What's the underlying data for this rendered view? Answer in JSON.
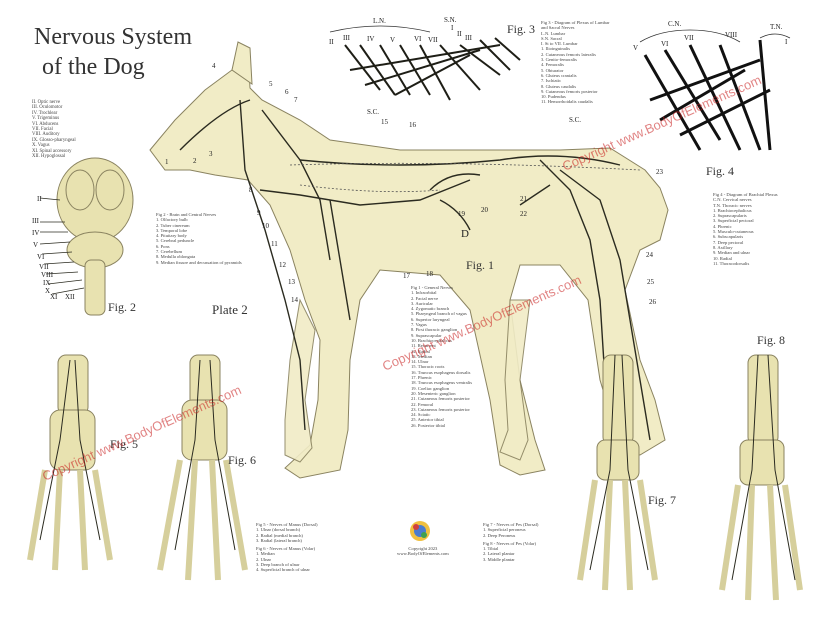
{
  "title": {
    "line1": "Nervous System",
    "line2": "of the Dog"
  },
  "plate": "Plate 2",
  "figures": {
    "fig1": "Fig. 1",
    "fig2": "Fig. 2",
    "fig3": "Fig. 3",
    "fig4": "Fig. 4",
    "fig5": "Fig. 5",
    "fig6": "Fig. 6",
    "fig7": "Fig. 7",
    "fig8": "Fig. 8"
  },
  "cranial_nerves": [
    "II. Optic nerve",
    "III. Oculomotor",
    "IV. Trochlear",
    "V. Trigeminus",
    "VI. Abducens",
    "VII. Facial",
    "VIII. Auditory",
    "IX. Glosso-pharyngeal",
    "X. Vagus",
    "XI. Spinal accessory",
    "XII. Hypoglossal"
  ],
  "legend_fig2": {
    "heading": "Fig 2 - Brain and Central Nerves",
    "items": [
      "1. Olfactory bulb",
      "2. Tuber cinereum",
      "3. Temporal lobe",
      "4. Pituitary body",
      "5. Cerebral peduncle",
      "6. Pons",
      "7. Cerebellum",
      "8. Medulla oblongata",
      "9. Median fissure and decussation of pyramids"
    ]
  },
  "legend_fig1": {
    "heading": "Fig 1 - General Nerves",
    "items": [
      "1. Infraorbital",
      "2. Facial nerve",
      "3. Auricular",
      "4. Zygomatic branch",
      "5. Pharyngeal branch of vagus",
      "6. Superior laryngeal",
      "7. Vagus",
      "8. First thoracic ganglion",
      "9. Suprascapular",
      "10. Brachiocephalicus",
      "11. Recurrent",
      "12. Radial",
      "13. Median",
      "14. Ulnar",
      "15. Thoracic roots",
      "16. Truncus esophageus dorsalis",
      "17. Phrenic",
      "18. Truncus esophageus ventralis",
      "19. Coeliac ganglion",
      "20. Mesenteric ganglion",
      "21. Cutaneous femoris posterior",
      "22. Femoral",
      "23. Cutaneous femoris posterior",
      "24. Sciatic",
      "25. Anterior tibial",
      "26. Posterior tibial"
    ]
  },
  "legend_fig3": {
    "heading": "Fig 3 - Diagram of Plexus of Lumbar and Sacral Nerves",
    "sub": [
      "L.N. Lumbar",
      "S.N. Sacral",
      "I. St to VII. Lumbar"
    ],
    "items": [
      "1. Ilioinguinalis",
      "2. Cutaneous femoris lateralis",
      "3. Genito-femoralis",
      "4. Femoralis",
      "5. Obturator",
      "6. Gluteus cranialis",
      "7. Ischiatic",
      "8. Gluteus caudalis",
      "9. Cutaneous femoris posterior",
      "10. Pudendus",
      "11. Hemorrhoidalis caudalis"
    ]
  },
  "legend_fig4": {
    "heading": "Fig 4 - Diagram of Brachial Plexus",
    "sub": [
      "C.N. Cervical nerves",
      "T.N. Thoracic nerves"
    ],
    "items": [
      "1. Brachiocephalicus",
      "2. Suprascapularis",
      "3. Superficial pectoral",
      "4. Phrenic",
      "5. Musculo-cutaneous",
      "6. Subscapularis",
      "7. Deep pectoral",
      "8. Axillary",
      "9. Median and ulnar",
      "10. Radial",
      "11. Thoracodorsalis"
    ]
  },
  "legend_fig5_6": {
    "heading5": "Fig 5 - Nerves of Manus (Dorsal)",
    "items5": [
      "1. Ulnar (dorsal branch)",
      "2. Radial (medial branch)",
      "3. Radial (lateral branch)"
    ],
    "heading6": "Fig 6 - Nerves of Manus (Volar)",
    "items6": [
      "1. Median",
      "2. Ulnar",
      "3. Deep branch of ulnar",
      "4. Superficial branch of ulnar"
    ]
  },
  "legend_fig7_8": {
    "heading7": "Fig 7 - Nerves of Pes (Dorsal)",
    "items7": [
      "1. Superficial peroneus",
      "2. Deep Peroneus"
    ],
    "heading8": "Fig 8 - Nerves of Pes (Volar)",
    "items8": [
      "1. Tibial",
      "2. Lateral plantar",
      "3. Middle plantar"
    ]
  },
  "copyright": {
    "line1": "Copyright 2023",
    "line2": "www.BodyOfElements.com"
  },
  "watermark": "Copyright www.BodyOfElements.com",
  "labels": {
    "sc": "S.C.",
    "ln": "L.N.",
    "sn": "S.N.",
    "cn": "C.N.",
    "tn": "T.N.",
    "d": "D",
    "fig1_numbers": [
      "1",
      "2",
      "3",
      "4",
      "5",
      "6",
      "7",
      "8",
      "9",
      "10",
      "11",
      "12",
      "13",
      "14",
      "15",
      "16",
      "17",
      "18",
      "19",
      "20",
      "21",
      "22",
      "23",
      "24",
      "25",
      "26"
    ],
    "roman_fig2": [
      "II",
      "III",
      "IV",
      "V",
      "VI",
      "VII",
      "VIII",
      "IX",
      "X",
      "XI",
      "XII"
    ],
    "roman_fig3": [
      "II",
      "III",
      "IV",
      "V",
      "VI",
      "VII",
      "I",
      "II",
      "III"
    ],
    "roman_fig4": [
      "V",
      "VI",
      "VII",
      "VIII",
      "I"
    ]
  },
  "colors": {
    "bone": "#e8e2b0",
    "body": "#f1ecc6",
    "nerve": "#2b2b20",
    "outline": "#9a9268",
    "watermark": "#c81e1e"
  }
}
